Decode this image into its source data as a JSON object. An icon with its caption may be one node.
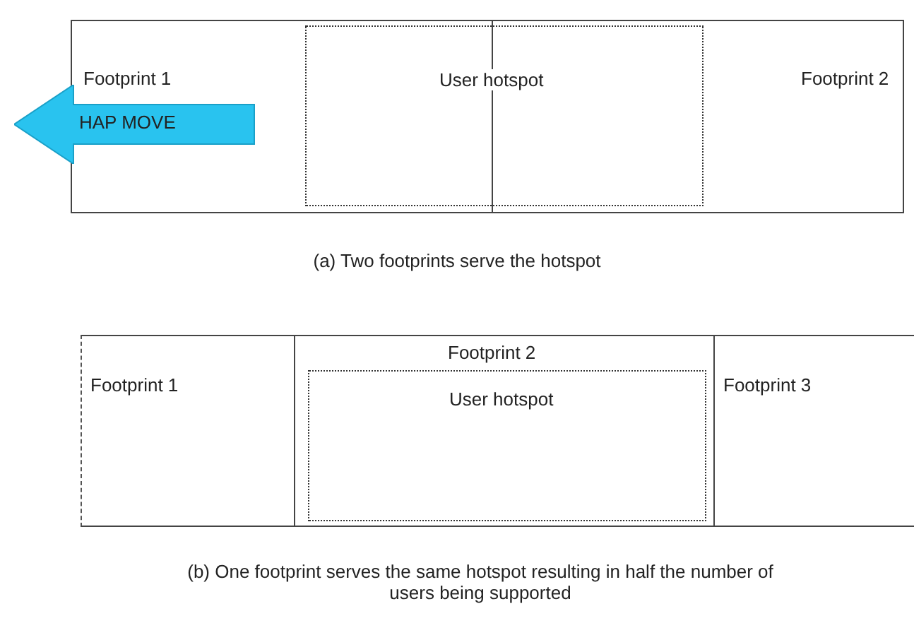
{
  "diagram": {
    "nodes": [
      {
        "text": [
          "Footprint 1"
        ]
      },
      {
        "text": [
          "Footprint 2"
        ]
      },
      {
        "text": [
          "User hotspot"
        ]
      },
      {
        "text": [
          "HAP MOVE"
        ]
      },
      {
        "text": [
          "Footprint 1"
        ]
      },
      {
        "text": [
          "Footprint 2"
        ]
      },
      {
        "text": [
          "User hotspot"
        ],
        "in": 5
      },
      {
        "text": [
          "Footprint 3"
        ]
      }
    ],
    "edges": [],
    "labels": [
      "(a) Two footprints serve the hotspot",
      "(b) One footprint serves the same hotspot resulting in half the number of users being supported"
    ]
  }
}
